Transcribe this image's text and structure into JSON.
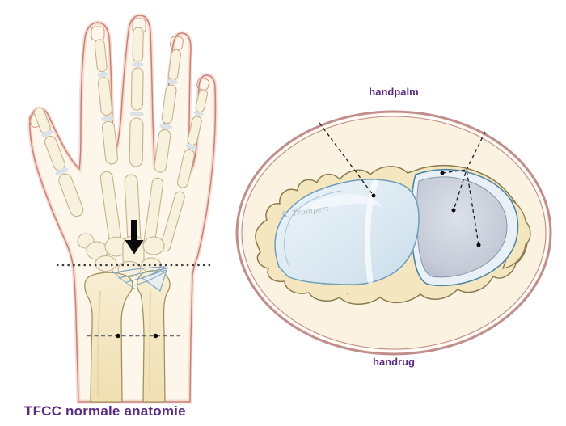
{
  "caption": {
    "text": "TFCC normale anatomie"
  },
  "hand_figure": {
    "description": "dorsal view of hand skeleton with arrow pointing to TFCC at ulnar wrist",
    "arrow_icon": "down-arrow",
    "markers": {
      "wrist_level_line": "dotted",
      "forearm_level_line": "dashed-with-two-dots"
    }
  },
  "cross_section": {
    "label_top": "handpalm",
    "label_bottom": "handrug",
    "signature": "R. Trompert",
    "leader_dots_count": 4
  },
  "colors": {
    "label_purple": "#5B2B82",
    "ellipse_border": "#C08E8C",
    "ellipse_fill": "#FCF2E1",
    "bone_yellow": "#F4E7C0",
    "bone_ivory": "#F8F1DE",
    "cartilage_blue": "#DCE9F2",
    "disc_gray": "#C5CBD7",
    "rim_blue_outline": "#4E86A6",
    "skin": "#FDF6EA",
    "skin_outline": "#C8827A",
    "arrow_black": "#0A0A0A"
  }
}
